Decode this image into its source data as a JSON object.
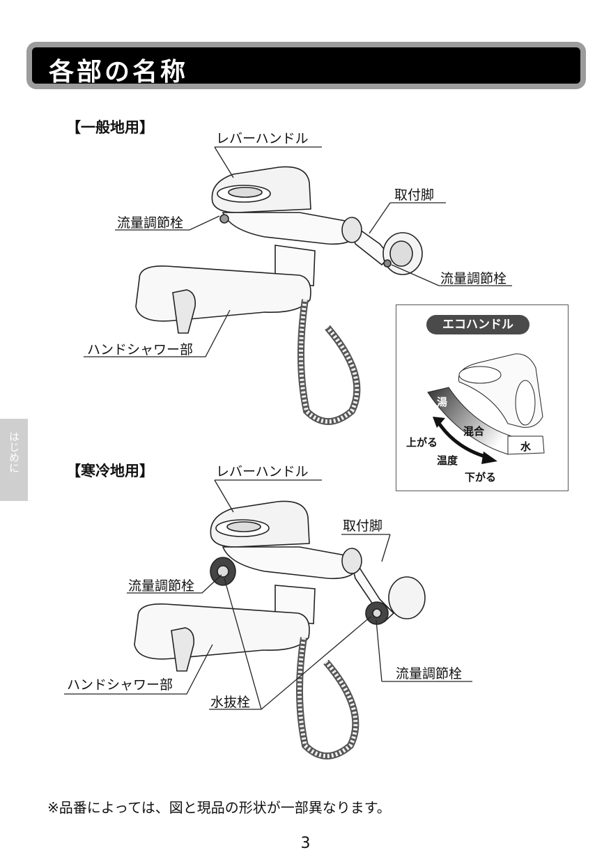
{
  "title": "各部の名称",
  "side_tab": "はじめに",
  "sections": {
    "general": {
      "heading": "【一般地用】",
      "lever_handle": "レバーハンドル",
      "mount_leg": "取付脚",
      "flow_valve_left": "流量調節栓",
      "flow_valve_right": "流量調節栓",
      "hand_shower": "ハンドシャワー部"
    },
    "cold": {
      "heading": "【寒冷地用】",
      "lever_handle": "レバーハンドル",
      "mount_leg": "取付脚",
      "flow_valve_left": "流量調節栓",
      "flow_valve_right": "流量調節栓",
      "hand_shower": "ハンドシャワー部",
      "drain_plug": "水抜栓"
    }
  },
  "eco_handle": {
    "title": "エコハンドル",
    "hot": "湯",
    "mix": "混合",
    "water": "水",
    "up": "上がる",
    "temp": "温度",
    "down": "下がる"
  },
  "note": "※品番によっては、図と現品の形状が一部異なります。",
  "page_number": "3"
}
